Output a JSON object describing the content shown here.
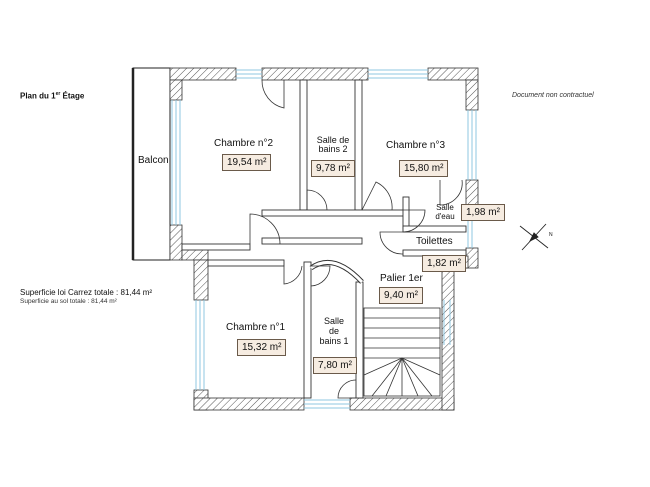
{
  "header": {
    "title": "Plan du 1",
    "title_sup": "er",
    "title_suffix": " Étage",
    "note": "Document non contractuel"
  },
  "surfaces": {
    "carrez": "Superficie loi Carrez totale : 81,44 m²",
    "sol": "Superficie au sol totale : 81,44 m²"
  },
  "rooms": {
    "balcon": {
      "label": "Balcon"
    },
    "chambre2": {
      "label": "Chambre n°2",
      "area": "19,54 m²"
    },
    "sdb2": {
      "label_line1": "Salle de",
      "label_line2": "bains 2",
      "area": "9,78 m²"
    },
    "chambre3": {
      "label": "Chambre n°3",
      "area": "15,80 m²"
    },
    "salle_eau": {
      "label_line1": "Salle",
      "label_line2": "d'eau",
      "area": "1,98 m²"
    },
    "toilettes": {
      "label": "Toilettes",
      "area": "1,82 m²"
    },
    "palier": {
      "label": "Palier 1er",
      "area": "9,40 m²"
    },
    "chambre1": {
      "label": "Chambre n°1",
      "area": "15,32 m²"
    },
    "sdb1": {
      "label_line1": "Salle",
      "label_line2": "de",
      "label_line3": "bains 1",
      "area": "7,80 m²"
    }
  },
  "compass": {
    "label": "N"
  }
}
